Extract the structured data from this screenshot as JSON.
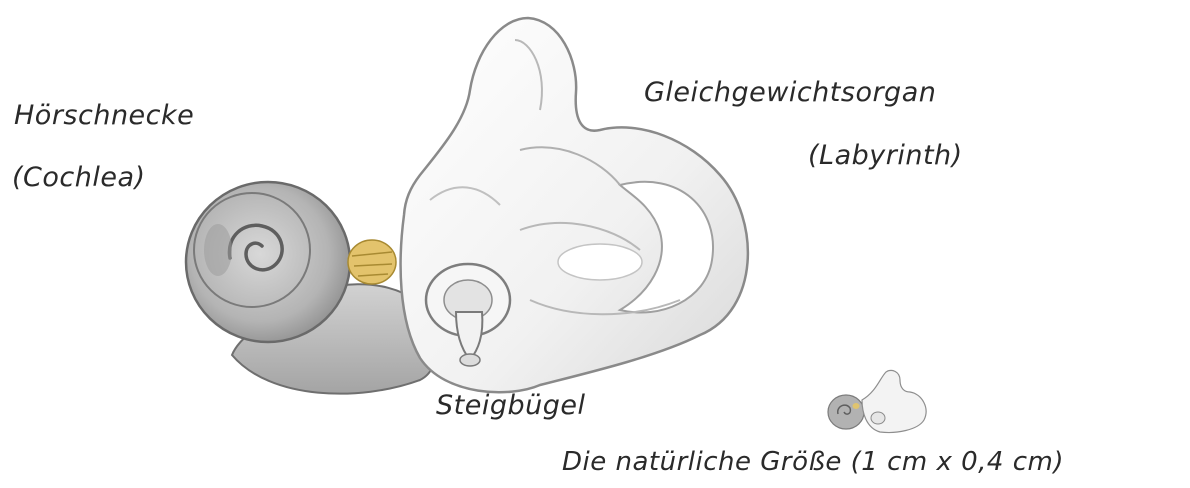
{
  "labels": {
    "cochlea_name": "Hörschnecke",
    "cochlea_latin": "(Cochlea)",
    "balance_name": "Gleichgewichtsorgan",
    "balance_latin": "(Labyrinth)",
    "stapes_name": "Steigbügel",
    "natural_size": "Die natürliche Größe (1 cm x 0,4 cm)"
  }
}
